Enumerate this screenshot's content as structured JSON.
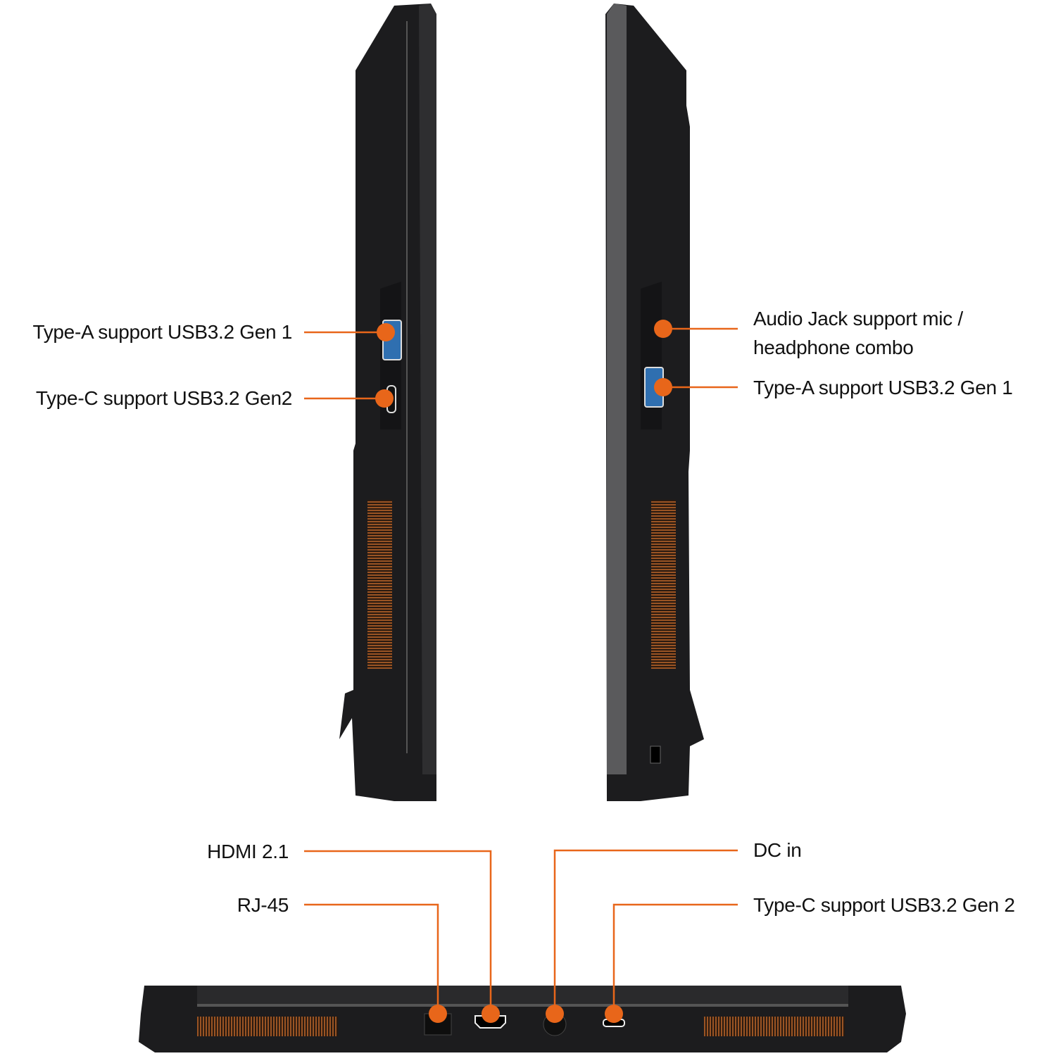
{
  "colors": {
    "callout": "#e8661a",
    "chassis": "#1c1c1e",
    "vent": "#8a4a20"
  },
  "left_side": {
    "ports": [
      {
        "label": "Type-A support USB3.2 Gen 1"
      },
      {
        "label": "Type-C support USB3.2 Gen2"
      }
    ]
  },
  "right_side": {
    "ports": [
      {
        "label_line1": "Audio Jack support mic /",
        "label_line2": "headphone combo"
      },
      {
        "label": "Type-A support USB3.2 Gen 1"
      }
    ]
  },
  "rear": {
    "ports": [
      {
        "label": "HDMI 2.1"
      },
      {
        "label": "RJ-45"
      },
      {
        "label": "DC in"
      },
      {
        "label": "Type-C support USB3.2 Gen 2"
      }
    ]
  }
}
